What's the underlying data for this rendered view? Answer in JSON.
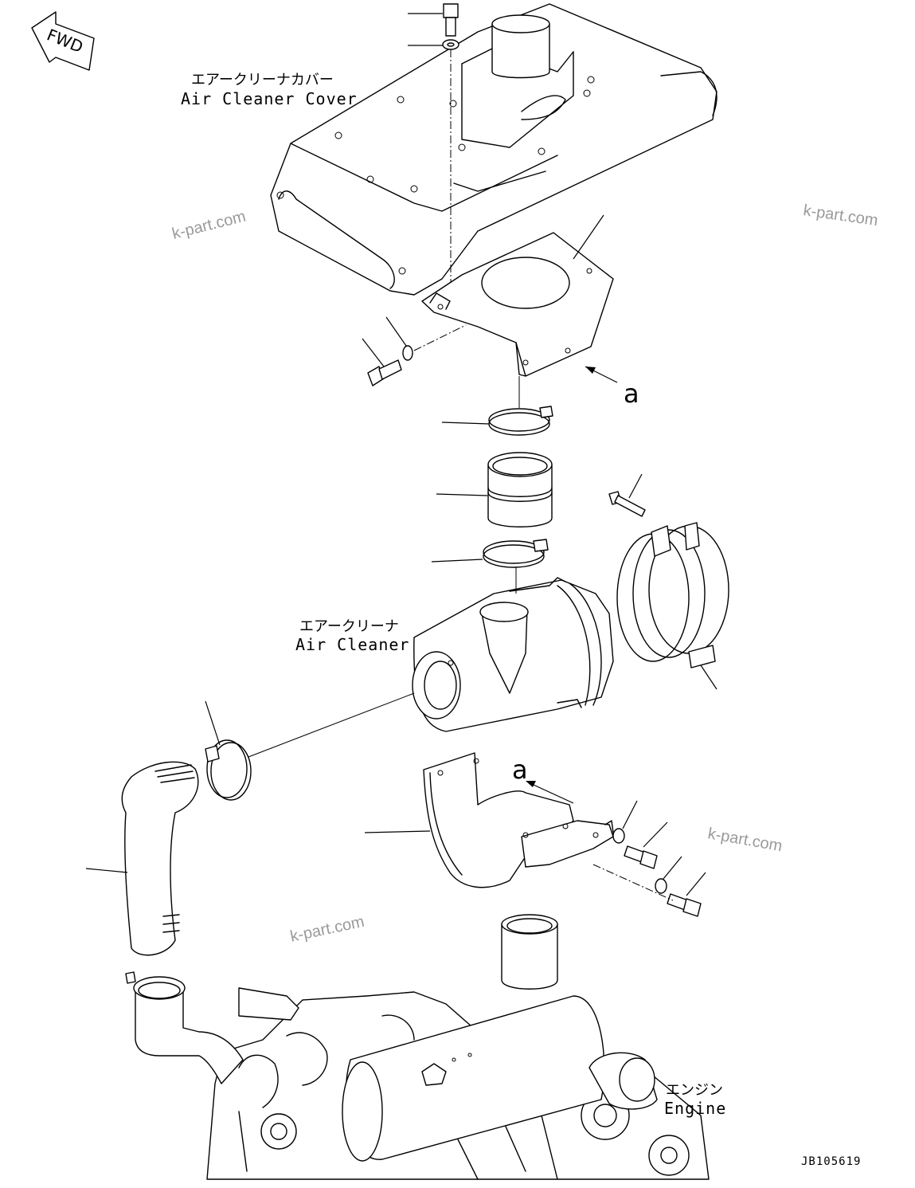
{
  "fwd_label": "FWD",
  "labels": {
    "cover_jp": "エアークリーナカバー",
    "cover_en": "Air Cleaner Cover",
    "cleaner_jp": "エアークリーナ",
    "cleaner_en": "Air Cleaner",
    "engine_jp": "エンジン",
    "engine_en": "Engine"
  },
  "view_marker": "a",
  "watermark": "k-part.com",
  "drawing_number": "JB105619"
}
